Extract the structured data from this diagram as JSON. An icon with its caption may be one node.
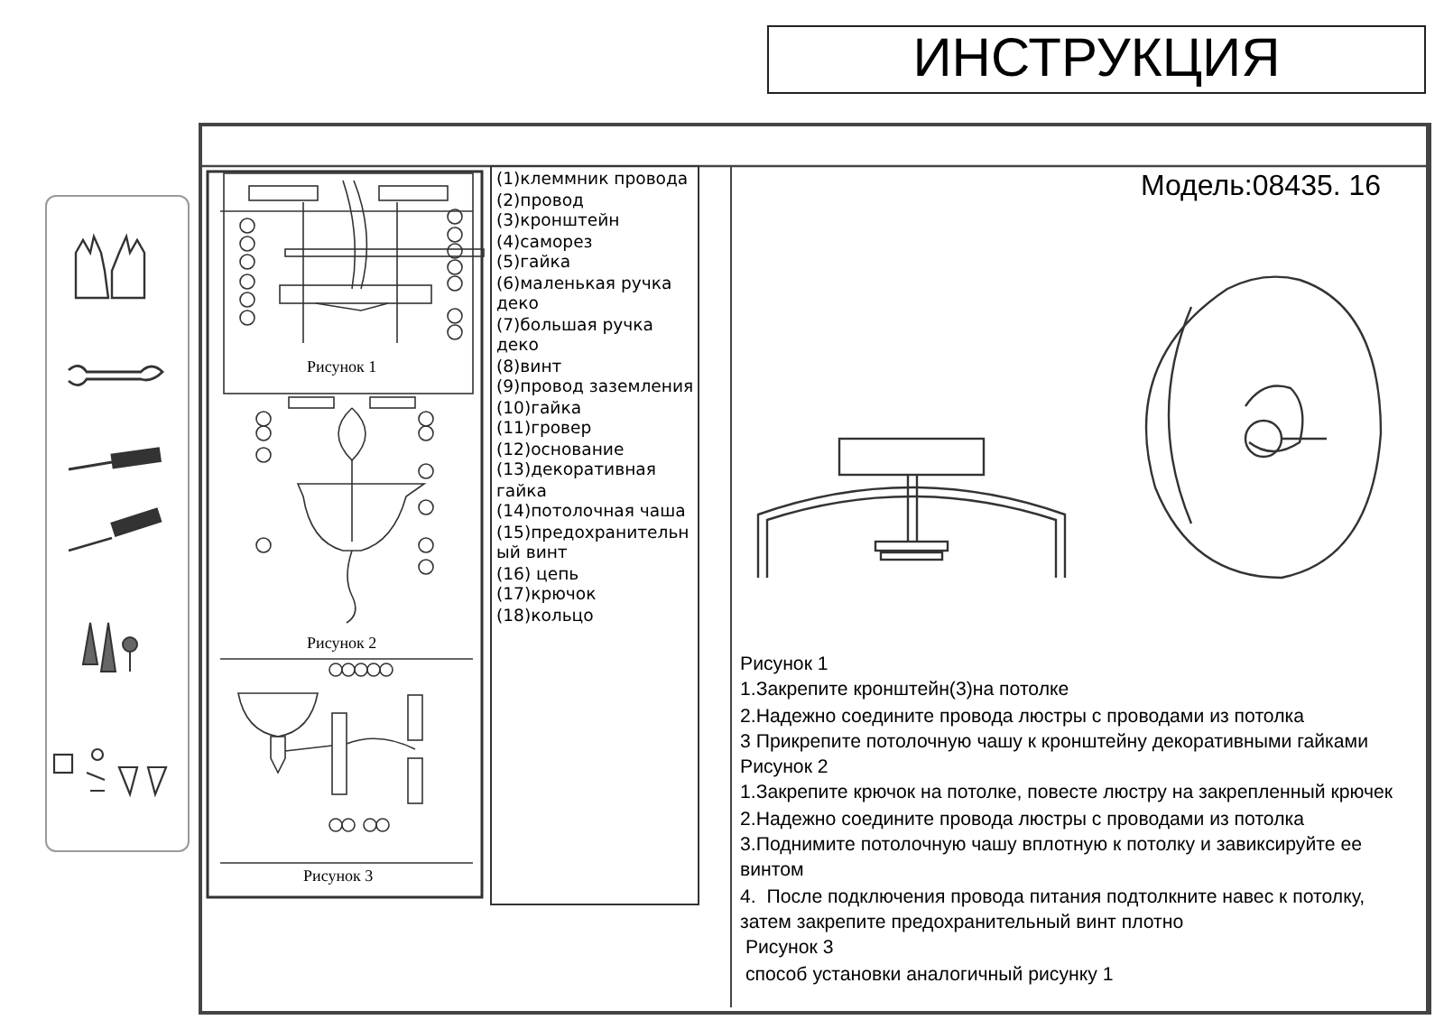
{
  "diagram": {
    "title": "ИНСТРУКЦИЯ",
    "labels": [
      "Модель:08435. 16",
      "Рисунок 1",
      "Рисунок 2",
      "Рисунок 3",
      "(1)клеммник провода",
      "(2)провод",
      "(3)кронштейн",
      "(4)саморез",
      "(5)гайка",
      "(6)маленькая ручка деко",
      "(7)большая ручка деко",
      "(8)винт",
      "(9)провод заземления",
      "(10)гайка",
      "(11)гровер",
      "(12)основание",
      "(13)декоративная гайка",
      "(14)потолочная чаша",
      "(15)предохранительный винт",
      "(16) цепь",
      "(17)крючок",
      "(18)кольцо",
      "Рисунок 1",
      "1.Закрепите кронштейн(3)на потолке",
      "2.Надежно соедините провода люстры с проводами из потолка",
      "3 Прикрепите потолочную чашу к кронштейну декоративными гайками",
      "Рисунок 2",
      "1.Закрепите крючок на потолке, повесте люстру на закрепленный крючек",
      "2.Надежно соедините провода люстры с проводами из потолка",
      "3.Поднимите потолочную чашу вплотную к потолку и завиксируйте ее винтом",
      "4.  После подключения провода питания подтолкните навес к потолку, затем закрепите предохранительный винт плотно",
      " Рисунок 3",
      " способ установки аналогичный рисунку 1"
    ]
  }
}
